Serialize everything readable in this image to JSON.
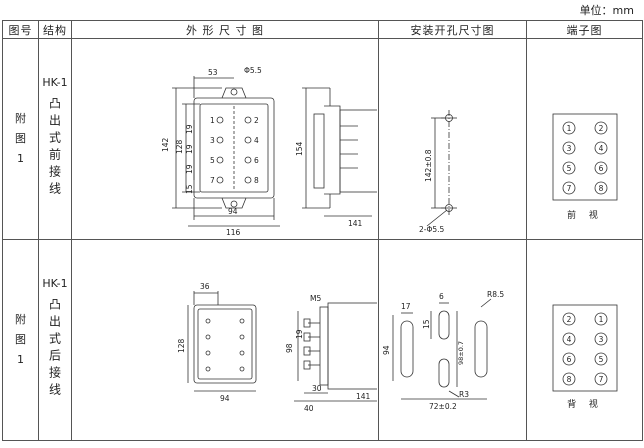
{
  "unit_label": "单位：mm",
  "headers": {
    "fig_no": "图号",
    "structure": "结构",
    "outline": "外 形 尺 寸 图",
    "cutout": "安装开孔尺寸图",
    "terminal": "端子图"
  },
  "rows": [
    {
      "fig_chars": [
        "附",
        "图",
        "1"
      ],
      "model": "HK-1",
      "structure_text": "凸出式前接线",
      "outline": {
        "dim_53": "53",
        "dim_hole": "Φ5.5",
        "dim_142": "142",
        "dim_128": "128",
        "dim_19a": "19",
        "dim_19b": "19",
        "dim_19c": "19",
        "dim_15": "15",
        "dim_94": "94",
        "dim_116": "116",
        "dim_154": "154",
        "dim_141": "141",
        "terms": [
          "1",
          "2",
          "3",
          "4",
          "5",
          "6",
          "7",
          "8"
        ]
      },
      "cutout": {
        "dim_pitch": "142±0.8",
        "dim_holes": "2-Φ5.5"
      },
      "terminal": {
        "left": [
          "1",
          "3",
          "5",
          "7"
        ],
        "right": [
          "2",
          "4",
          "6",
          "8"
        ],
        "caption": "前 视"
      }
    },
    {
      "fig_chars": [
        "附",
        "图",
        "1"
      ],
      "model": "HK-1",
      "structure_text": "凸出式后接线",
      "outline": {
        "dim_36": "36",
        "dim_128": "128",
        "dim_94": "94",
        "dim_m5": "M5",
        "dim_98": "98",
        "dim_19": "19",
        "dim_30": "30",
        "dim_40": "40",
        "dim_141": "141"
      },
      "cutout": {
        "dim_17": "17",
        "dim_6": "6",
        "dim_15": "15",
        "dim_r85": "R8.5",
        "dim_94": "94",
        "dim_98": "98±0.7",
        "dim_r3": "R3",
        "dim_72": "72±0.2"
      },
      "terminal": {
        "left": [
          "2",
          "4",
          "6",
          "8"
        ],
        "right": [
          "1",
          "3",
          "5",
          "7"
        ],
        "caption": "背 视"
      }
    }
  ]
}
